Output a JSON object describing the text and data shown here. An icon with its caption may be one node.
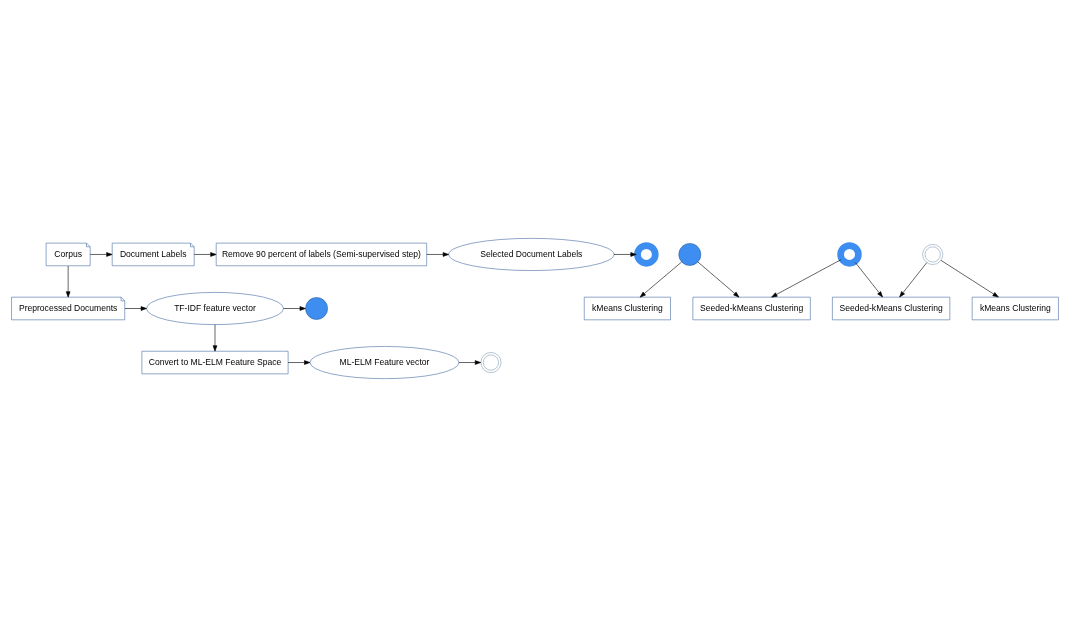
{
  "diagram": {
    "nodes": [
      {
        "text": [
          "Corpus"
        ]
      },
      {
        "text": [
          "Document Labels"
        ]
      },
      {
        "text": [
          "Remove 90 percent of labels (Semi-supervised step)"
        ]
      },
      {
        "text": [
          "Selected Document Labels"
        ]
      },
      {
        "text": [],
        "shape": "circle"
      },
      {
        "text": [
          "Preprocessed Documents"
        ]
      },
      {
        "text": [
          "TF-IDF feature vector"
        ]
      },
      {
        "text": [],
        "shape": "circle"
      },
      {
        "text": [
          "Convert to ML-ELM Feature Space"
        ]
      },
      {
        "text": [
          "ML-ELM Feature vector"
        ]
      },
      {
        "text": [],
        "shape": "circle"
      },
      {
        "text": [],
        "shape": "circle"
      },
      {
        "text": [],
        "shape": "circle"
      },
      {
        "text": [],
        "shape": "circle"
      },
      {
        "text": [
          "kMeans Clustering"
        ]
      },
      {
        "text": [
          "Seeded-kMeans Clustering"
        ]
      },
      {
        "text": [
          "Seeded-kMeans Clustering"
        ]
      },
      {
        "text": [
          "kMeans Clustering"
        ]
      }
    ],
    "edges": [
      {
        "from": 0,
        "to": 1,
        "arrow": "to"
      },
      {
        "from": 1,
        "to": 2,
        "arrow": "to"
      },
      {
        "from": 2,
        "to": 3,
        "arrow": "to"
      },
      {
        "from": 3,
        "to": 4,
        "arrow": "to"
      },
      {
        "from": 0,
        "to": 5,
        "arrow": "to"
      },
      {
        "from": 5,
        "to": 6,
        "arrow": "to"
      },
      {
        "from": 6,
        "to": 7,
        "arrow": "to"
      },
      {
        "from": 6,
        "to": 8,
        "arrow": "to"
      },
      {
        "from": 8,
        "to": 9,
        "arrow": "to"
      },
      {
        "from": 9,
        "to": 10,
        "arrow": "to"
      },
      {
        "from": 11,
        "to": 14,
        "arrow": "to"
      },
      {
        "from": 11,
        "to": 15,
        "arrow": "to"
      },
      {
        "from": 12,
        "to": 15,
        "arrow": "to"
      },
      {
        "from": 12,
        "to": 16,
        "arrow": "to"
      },
      {
        "from": 13,
        "to": 16,
        "arrow": "to"
      },
      {
        "from": 13,
        "to": 17,
        "arrow": "to"
      }
    ]
  }
}
